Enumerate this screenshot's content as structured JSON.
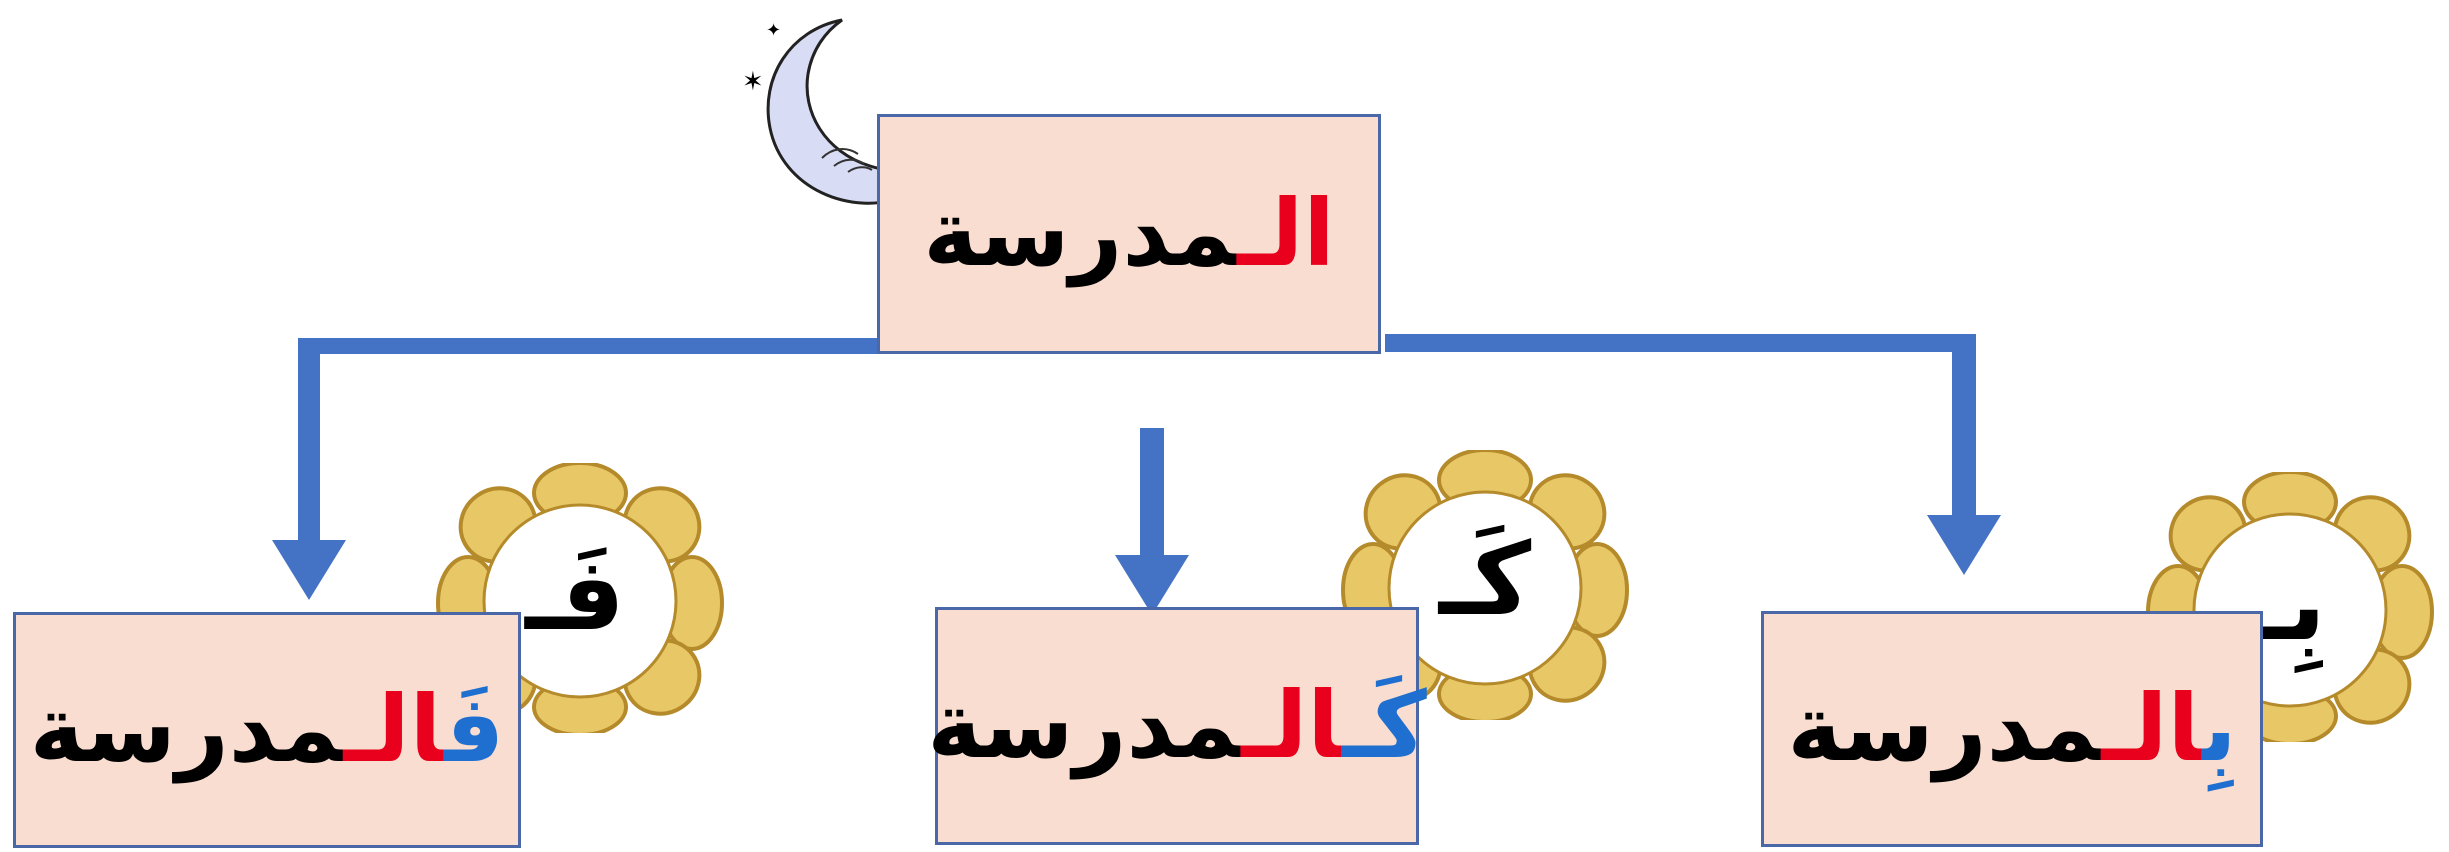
{
  "colors": {
    "box_fill": "#f9ddd0",
    "box_border": "#4a68a8",
    "connector": "#4472c4",
    "prefix_letter": "#1f6fd0",
    "al_letters": "#e8001c",
    "al_joint": "#7030a0",
    "stem_text": "#000000",
    "flower_petal": "#e7c766",
    "flower_edge": "#b58a2a"
  },
  "top": {
    "al": "الـ",
    "rest": "مدرسة"
  },
  "branches": [
    {
      "letter": "فَـ",
      "prefix": "فَ",
      "al": "الـ",
      "rest": "مدرسة"
    },
    {
      "letter": "كَـ",
      "prefix": "كَـ",
      "al": "الـ",
      "rest": "مدرسة"
    },
    {
      "letter": "بِـ",
      "prefix": "بِ",
      "al": "الـ",
      "rest": "مدرسة"
    }
  ],
  "icons": {
    "moon": "crescent-moon-icon",
    "flower": "flower-frame-icon",
    "arrow": "down-arrow-icon"
  }
}
